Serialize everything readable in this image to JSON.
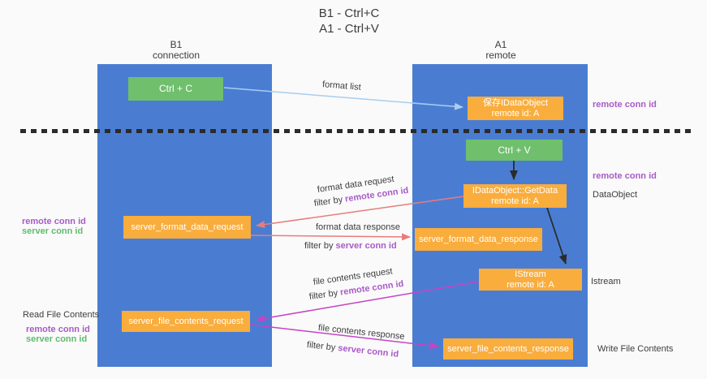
{
  "title": {
    "line1": "B1 - Ctrl+C",
    "line2": "A1 - Ctrl+V"
  },
  "lifelines": {
    "b1": {
      "name": "B1",
      "role": "connection"
    },
    "a1": {
      "name": "A1",
      "role": "remote"
    }
  },
  "nodes": {
    "ctrl_c": "Ctrl + C",
    "ctrl_v": "Ctrl + V",
    "saved_idataobject": {
      "line1": "保存IDataObject",
      "line2": "remote id: A"
    },
    "idataobject_getdata": {
      "line1": "IDataObject::GetData",
      "line2": "remote id: A"
    },
    "istream": {
      "line1": "IStream",
      "line2": "remote id: A"
    },
    "server_format_data_request": "server_format_data_request",
    "server_format_data_response": "server_format_data_response",
    "server_file_contents_request": "server_file_contents_request",
    "server_file_contents_response": "server_file_contents_response"
  },
  "edge_labels": {
    "format_list": "format list",
    "format_data_request": "format data request",
    "format_data_request_filter_prefix": "filter by ",
    "format_data_request_filter_key": "remote conn id",
    "format_data_response": "format data response",
    "format_data_response_filter_prefix": "filter by ",
    "format_data_response_filter_key": "server conn id",
    "file_contents_request": "file contents request",
    "file_contents_request_filter_prefix": "filter by ",
    "file_contents_request_filter_key": "remote conn id",
    "file_contents_response": "file contents response",
    "file_contents_response_filter_prefix": "filter by ",
    "file_contents_response_filter_key": "server conn id"
  },
  "side_labels": {
    "right_remote_conn_id_top": "remote conn id",
    "right_remote_conn_id_mid": "remote conn id",
    "dataobject": "DataObject",
    "istream": "Istream",
    "write_file_contents": "Write File Contents",
    "read_file_contents": "Read File Contents",
    "left_remote_conn_id_1": "remote conn id",
    "left_server_conn_id_1": "server conn id",
    "left_remote_conn_id_2": "remote conn id",
    "left_server_conn_id_2": "server conn id"
  },
  "colors": {
    "bg": "#fafafa",
    "blue": "#4a7dd2",
    "green": "#6fbf6d",
    "orange": "#f9ad3d",
    "red": "#e87c7c",
    "magenta": "#c544c5",
    "lightblue": "#a9cdf0",
    "purple": "#a85bc8",
    "greentext": "#5fbb6e",
    "dark": "#3d3d3d",
    "arrow": "#2b2b2b",
    "divider": "#2b2b2b"
  }
}
